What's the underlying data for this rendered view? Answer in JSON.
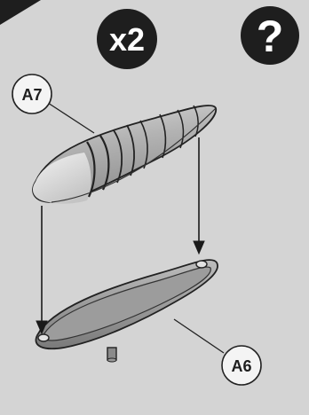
{
  "instructions": {
    "quantity_label": "x2",
    "help_symbol": "?",
    "parts": [
      {
        "code": "A7"
      },
      {
        "code": "A6"
      }
    ]
  },
  "colors": {
    "background": "#d4d4d4",
    "badge_fill": "#1e1e1e",
    "badge_text": "#ffffff",
    "part_grey": "#a9a9a9",
    "outline": "#222222"
  }
}
